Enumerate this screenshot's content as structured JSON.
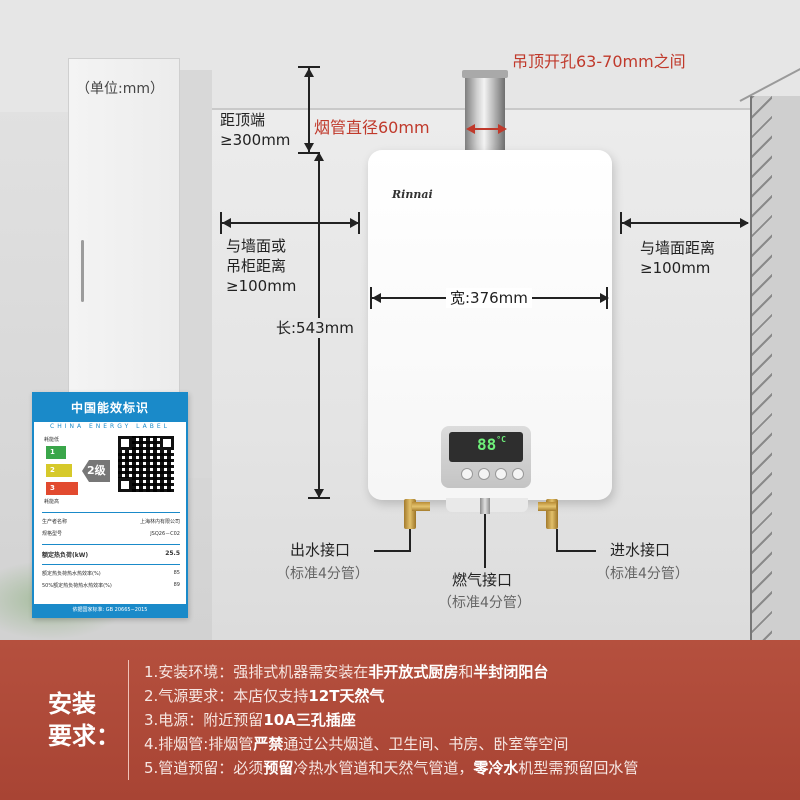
{
  "scene": {
    "unit_note": "（单位:mm）",
    "ceiling_hole": "吊顶开孔63-70mm之间",
    "flue_diameter": "烟管直径60mm",
    "top_clearance": [
      "距顶端",
      "≥300mm"
    ],
    "left_clearance": [
      "与墙面或",
      "吊柜距离",
      "≥100mm"
    ],
    "right_clearance": [
      "与墙面距离",
      "≥100mm"
    ],
    "width": "宽:376mm",
    "length": "长:543mm"
  },
  "heater": {
    "brand": "Rinnai",
    "display_value": "88",
    "display_unit": "°C"
  },
  "connectors": {
    "outlet": {
      "label": "出水接口",
      "spec": "（标准4分管）"
    },
    "gas": {
      "label": "燃气接口",
      "spec": "（标准4分管）"
    },
    "inlet": {
      "label": "进水接口",
      "spec": "（标准4分管）"
    }
  },
  "energy_label": {
    "title": "中国能效标识",
    "subtitle": "CHINA ENERGY LABEL",
    "level_top": "耗能低",
    "level_bottom": "耗能高",
    "levels": [
      "1",
      "2",
      "3"
    ],
    "grade": "2级",
    "producer_key": "生产者名称",
    "producer_val": "上海林内有限公司",
    "model_key": "规格型号",
    "model_val": "JSQ26－C02",
    "load_key": "额定热负荷(kW)",
    "load_val": "25.5",
    "eff1_key": "额定热负荷热水热效率(%)",
    "eff1_val": "85",
    "eff2_key": "50%额定热负荷热水热效率(%)",
    "eff2_val": "89",
    "footer": "依据国家标准: GB 20665−2015"
  },
  "requirements": {
    "title_line1": "安装",
    "title_line2": "要求：",
    "items": [
      {
        "prefix": "1.安装环境：强排式机器需安装在",
        "bold1": "非开放式厨房",
        "mid": "和",
        "bold2": "半封闭阳台",
        "suffix": ""
      },
      {
        "prefix": "2.气源要求：本店仅支持",
        "bold1": "12T天然气",
        "mid": "",
        "bold2": "",
        "suffix": ""
      },
      {
        "prefix": "3.电源：附近预留",
        "bold1": "10A三孔插座",
        "mid": "",
        "bold2": "",
        "suffix": ""
      },
      {
        "prefix": "4.排烟管:排烟管",
        "bold1": "严禁",
        "mid": "通过公共烟道、卫生间、书房、卧室等空间",
        "bold2": "",
        "suffix": ""
      },
      {
        "prefix": "5.管道预留：必须",
        "bold1": "预留",
        "mid": "冷热水管道和天然气管道，",
        "bold2": "零冷水",
        "suffix": "机型需预留回水管"
      }
    ]
  },
  "colors": {
    "accent_red": "#c0392b",
    "banner": "#ac4838",
    "label_blue": "#1a8ac9"
  }
}
